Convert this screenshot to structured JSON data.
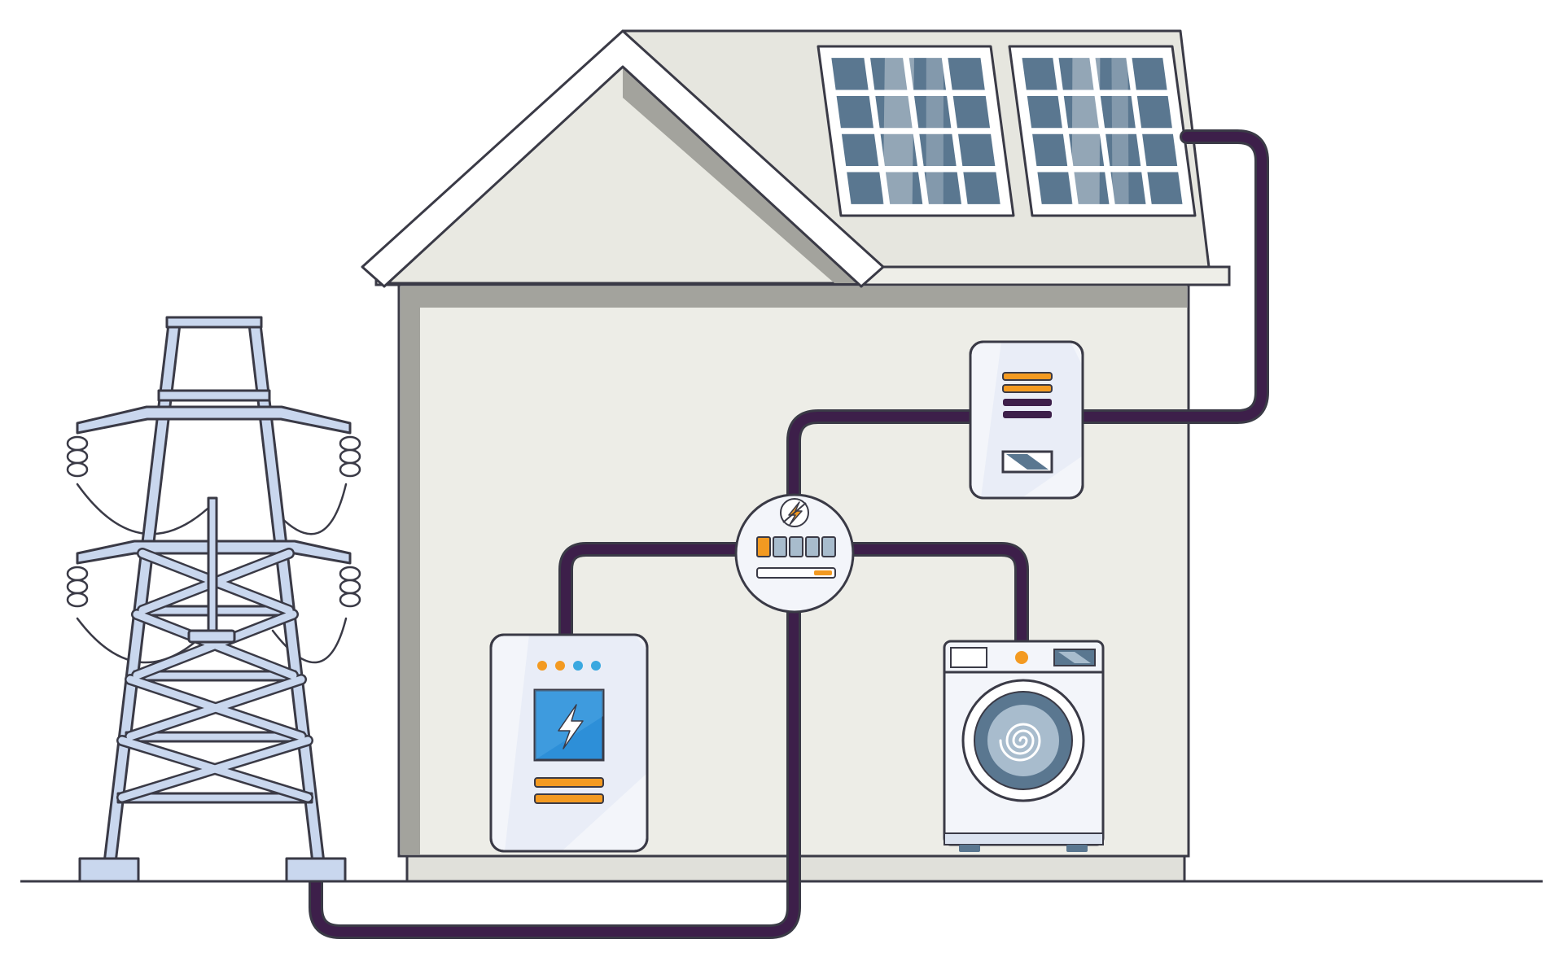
{
  "colors": {
    "outline": "#3a3a46",
    "cable": "#3d1f4a",
    "cable_inner": "#2a1538",
    "wall": "#edede7",
    "wall_shade": "#a3a39d",
    "roof_face": "#e6e6df",
    "tower": "#c9d7ee",
    "glass_dark": "#5a7790",
    "glass_light": "#a8bccd",
    "appliance": "#f3f5fa",
    "screen_blue": "#2d8fd8",
    "accent_orange": "#f39a21",
    "led_blue": "#3aa8e0",
    "ground": "#3a3a46"
  },
  "icons": {
    "tower": "transmission-tower-icon",
    "solar": "solar-panel-icon",
    "inverter": "inverter-icon",
    "meter": "smart-meter-icon",
    "battery": "home-battery-icon",
    "washer": "washing-machine-icon",
    "bolt": "lightning-bolt-icon"
  },
  "meter": {
    "segments_total": 5,
    "segments_active": 1
  },
  "battery": {
    "leds": 4
  }
}
